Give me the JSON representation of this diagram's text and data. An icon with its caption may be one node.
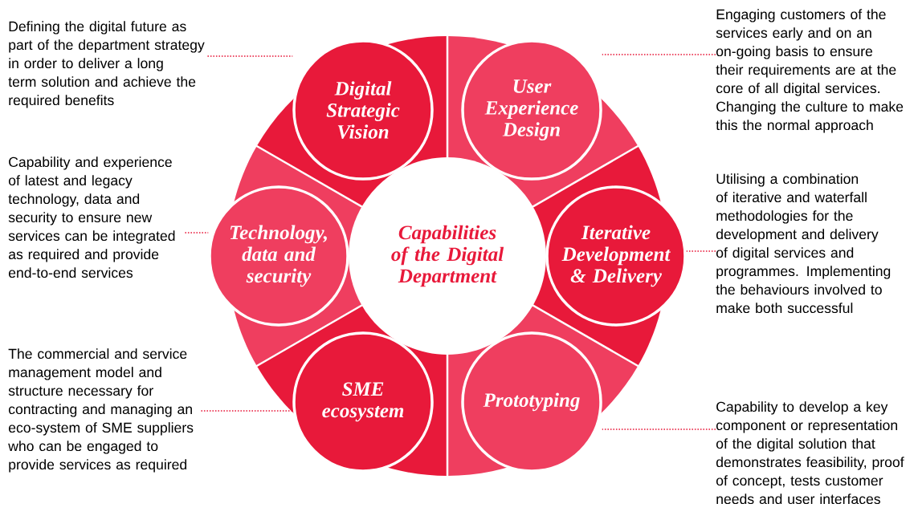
{
  "diagram": {
    "nodes": [
      {
        "text": [
          "Capabilities of the Digital Department"
        ]
      },
      {
        "text": [
          "Digital Strategic Vision"
        ]
      },
      {
        "text": [
          "User Experience Design"
        ]
      },
      {
        "text": [
          "Iterative Development & Delivery"
        ]
      },
      {
        "text": [
          "Prototyping"
        ]
      },
      {
        "text": [
          "SME ecosystem"
        ]
      },
      {
        "text": [
          "Technology, data and security"
        ]
      },
      {
        "text": [
          "Defining the digital future as part of the department strategy in order to deliver a long term solution and achieve the required benefits"
        ]
      },
      {
        "text": [
          "Engaging customers of the services early and on an on-going basis to ensure their requirements are at the core of all digital services. Changing the culture to make this the normal approach"
        ]
      },
      {
        "text": [
          "Utilising a combination of iterative and waterfall methodologies for the development and delivery of digital services and programmes. Implementing the behaviours involved to make both successful"
        ]
      },
      {
        "text": [
          "Capability to develop a key component or representation of the digital solution that demonstrates feasibility, proof of concept, tests customer needs and user interfaces"
        ]
      },
      {
        "text": [
          "The commercial and service management model and structure necessary for contracting and managing an eco-system of SME suppliers who can be engaged to provide services as required"
        ]
      },
      {
        "text": [
          "Capability and experience of latest and legacy technology, data and security to ensure new services can be integrated as required and provide end-to-end services"
        ]
      }
    ],
    "edges": [
      {
        "from": 7,
        "to": 1,
        "arrow": "none",
        "style": "dashed"
      },
      {
        "from": 8,
        "to": 2,
        "arrow": "none",
        "style": "dashed"
      },
      {
        "from": 9,
        "to": 3,
        "arrow": "none",
        "style": "dashed"
      },
      {
        "from": 10,
        "to": 4,
        "arrow": "none",
        "style": "dashed"
      },
      {
        "from": 11,
        "to": 5,
        "arrow": "none",
        "style": "dashed"
      },
      {
        "from": 12,
        "to": 6,
        "arrow": "none",
        "style": "dashed"
      }
    ]
  }
}
